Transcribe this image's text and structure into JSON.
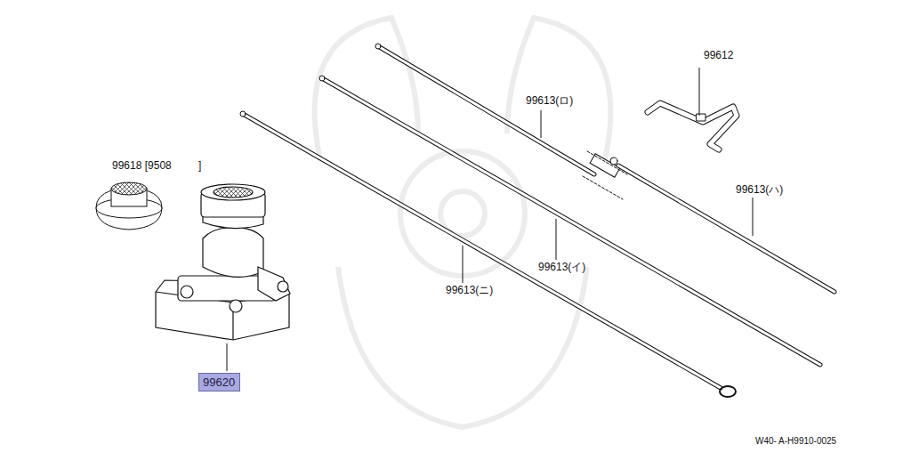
{
  "diagram": {
    "nodes": [
      {
        "text": [
          "99620"
        ]
      }
    ],
    "edges": [],
    "labels": [
      "99612",
      "99613(ロ)",
      "99613(ハ)",
      "99613(イ)",
      "99613(ニ)",
      "99618 [9508",
      "]",
      "W40- A-H9910-0025"
    ]
  }
}
